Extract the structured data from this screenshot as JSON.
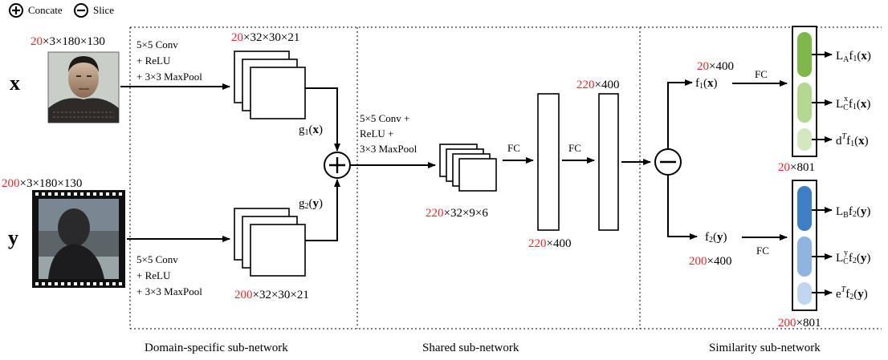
{
  "legend": {
    "concat_label": "Concate",
    "slice_label": "Slice"
  },
  "inputs": {
    "x_label": "x",
    "y_label": "y",
    "x_shape_count": "20",
    "x_shape_rest": "×3×180×130",
    "y_shape_count": "200",
    "y_shape_rest": "×3×180×130"
  },
  "domain_specific": {
    "op_top": [
      "5×5 Conv",
      "+ ReLU",
      "+ 3×3 MaxPool"
    ],
    "op_bottom": [
      "5×5 Conv",
      "+ ReLU",
      "+ 3×3 MaxPool"
    ],
    "fm_top_count": "20",
    "fm_top_rest": "×32×30×21",
    "fm_bottom_count": "200",
    "fm_bottom_rest": "×32×30×21",
    "g1_fn": "g",
    "g1_sub": "1",
    "g1_arg": "x",
    "g2_fn": "g",
    "g2_sub": "2",
    "g2_arg": "y",
    "caption": "Domain-specific sub-network"
  },
  "shared": {
    "op": [
      "5×5 Conv +",
      "ReLU +",
      "3×3 MaxPool"
    ],
    "fm_count": "220",
    "fm_rest": "×32×9×6",
    "fc1": "FC",
    "fc2": "FC",
    "fc1_count": "220",
    "fc1_rest": "×400",
    "fc2_count": "220",
    "fc2_rest": "×400",
    "caption": "Shared sub-network"
  },
  "similarity": {
    "f1_count": "20",
    "f1_rest": "×400",
    "f2_count": "200",
    "f2_rest": "×400",
    "f1_fn": "f",
    "f1_sub": "1",
    "f1_arg": "x",
    "f2_fn": "f",
    "f2_sub": "2",
    "f2_arg": "y",
    "fc_top": "FC",
    "fc_bottom": "FC",
    "out_top_count": "20",
    "out_top_rest": "×801",
    "out_bottom_count": "200",
    "out_bottom_rest": "×801",
    "top_outputs": [
      {
        "base": "L",
        "sub": "A",
        "sup": "",
        "fn": "f",
        "fsub": "1",
        "arg": "x"
      },
      {
        "base": "L",
        "sub": "C",
        "sup": "x",
        "fn": "f",
        "fsub": "1",
        "arg": "x"
      },
      {
        "base": "d",
        "sub": "",
        "sup": "T",
        "fn": "f",
        "fsub": "1",
        "arg": "x"
      }
    ],
    "bottom_outputs": [
      {
        "base": "L",
        "sub": "B",
        "sup": "",
        "fn": "f",
        "fsub": "2",
        "arg": "y"
      },
      {
        "base": "L",
        "sub": "C",
        "sup": "y",
        "fn": "f",
        "fsub": "2",
        "arg": "y"
      },
      {
        "base": "e",
        "sub": "",
        "sup": "T",
        "fn": "f",
        "fsub": "2",
        "arg": "y"
      }
    ],
    "caption": "Similarity sub-network"
  },
  "colors": {
    "red_text": "#e8262b",
    "green_dark": "#7fb84a",
    "green_mid": "#b4d88f",
    "green_light": "#d4e8c0",
    "blue_dark": "#3d7fc4",
    "blue_mid": "#8fb4df",
    "blue_light": "#c0d5ee"
  }
}
